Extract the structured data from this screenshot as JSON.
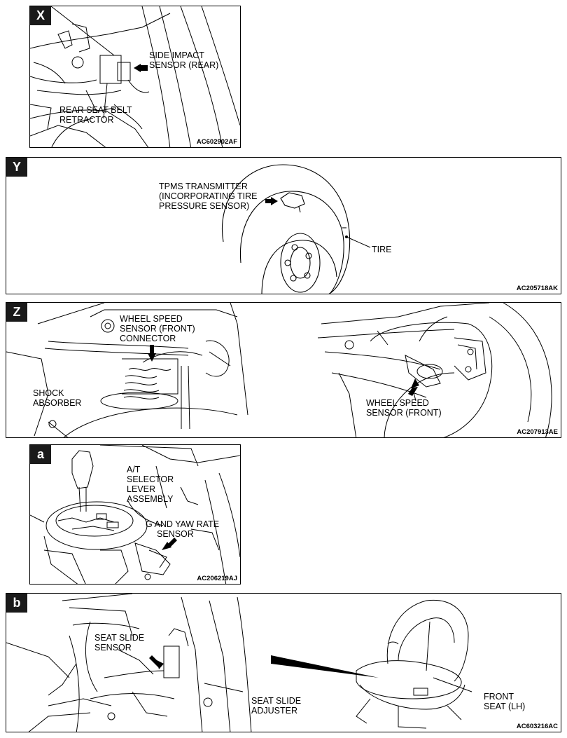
{
  "panels": {
    "x": {
      "badge": "X",
      "code": "AC602902AF",
      "labels": {
        "side_impact_1": "SIDE IMPACT",
        "side_impact_2": "SENSOR (REAR)",
        "retractor_1": "REAR SEAT BELT",
        "retractor_2": "RETRACTOR"
      }
    },
    "y": {
      "badge": "Y",
      "code": "AC205718AK",
      "labels": {
        "tpms_1": "TPMS TRANSMITTER",
        "tpms_2": "(INCORPORATING TIRE",
        "tpms_3": "PRESSURE SENSOR)",
        "tire": "TIRE"
      }
    },
    "z": {
      "badge": "Z",
      "code": "AC207913AE",
      "labels": {
        "wsc_1": "WHEEL SPEED",
        "wsc_2": "SENSOR (FRONT)",
        "wsc_3": "CONNECTOR",
        "shock_1": "SHOCK",
        "shock_2": "ABSORBER",
        "ws_1": "WHEEL SPEED",
        "ws_2": "SENSOR (FRONT)"
      }
    },
    "a": {
      "badge": "a",
      "code": "AC206219AJ",
      "labels": {
        "at_1": "A/T",
        "at_2": "SELECTOR",
        "at_3": "LEVER",
        "at_4": "ASSEMBLY",
        "g_1": "G AND YAW RATE",
        "g_2": "SENSOR"
      }
    },
    "b": {
      "badge": "b",
      "code": "AC603216AC",
      "labels": {
        "ss_1": "SEAT SLIDE",
        "ss_2": "SENSOR",
        "adj_1": "SEAT SLIDE",
        "adj_2": "ADJUSTER",
        "fs_1": "FRONT",
        "fs_2": "SEAT (LH)"
      }
    }
  }
}
